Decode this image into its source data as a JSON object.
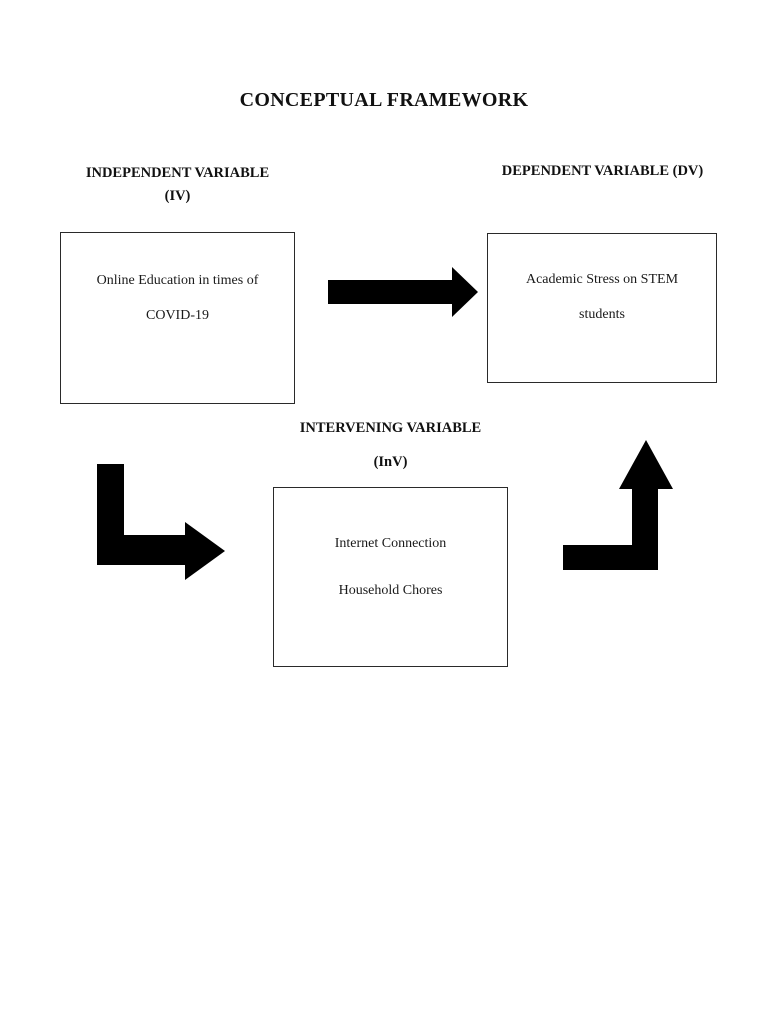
{
  "page": {
    "title": "CONCEPTUAL FRAMEWORK"
  },
  "diagram": {
    "independent": {
      "label_line1": "INDEPENDENT VARIABLE",
      "label_line2": "(IV)",
      "box_line1": "Online Education in times of",
      "box_line2": "COVID-19"
    },
    "dependent": {
      "label": "DEPENDENT VARIABLE (DV)",
      "box_line1": "Academic Stress on STEM",
      "box_line2": "students"
    },
    "intervening": {
      "label_line1": "INTERVENING VARIABLE",
      "label_line2": "(InV)",
      "box_line1": "Internet Connection",
      "box_line2": "Household Chores"
    },
    "arrows": {
      "iv_to_dv": "right",
      "iv_to_inv": "down-then-right",
      "inv_to_dv": "right-then-up"
    },
    "colors": {
      "arrow_fill": "#000000",
      "box_border": "#2a2a2a",
      "text": "#1a1a1a",
      "page_bg": "#ffffff"
    }
  }
}
